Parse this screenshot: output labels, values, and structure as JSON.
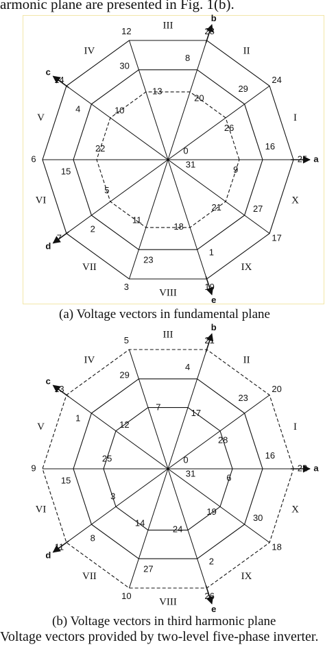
{
  "intro_text": "armonic plane are presented in Fig. 1(b).",
  "caption_a": "(a) Voltage vectors in fundamental plane",
  "caption_b": "(b) Voltage vectors in third harmonic plane",
  "caption_fig": "Voltage vectors provided by two-level five-phase inverter.",
  "diagram_a": {
    "axes": [
      "a",
      "b",
      "c",
      "d",
      "e"
    ],
    "sectors": [
      "I",
      "II",
      "III",
      "IV",
      "V",
      "VI",
      "VII",
      "VIII",
      "IX",
      "X"
    ],
    "outer_labels": [
      "25",
      "24",
      "28",
      "12",
      "14",
      "6",
      "7",
      "3",
      "19",
      "17"
    ],
    "large_labels": [
      "16",
      "29",
      "8",
      "30",
      "4",
      "15",
      "2",
      "23",
      "1",
      "27"
    ],
    "small_labels": [
      "9",
      "26",
      "20",
      "13",
      "10",
      "22",
      "5",
      "11",
      "18",
      "21"
    ],
    "center_top": "0",
    "center_bottom": "31"
  },
  "diagram_b": {
    "axes": [
      "a",
      "b",
      "c",
      "d",
      "e"
    ],
    "sectors": [
      "I",
      "II",
      "III",
      "IV",
      "V",
      "VI",
      "VII",
      "VIII",
      "IX",
      "X"
    ],
    "outer_labels": [
      "22",
      "20",
      "21",
      "5",
      "13",
      "9",
      "11",
      "10",
      "26",
      "18"
    ],
    "large_labels": [
      "16",
      "23",
      "4",
      "29",
      "1",
      "15",
      "8",
      "27",
      "2",
      "30"
    ],
    "small_labels": [
      "6",
      "28",
      "17",
      "7",
      "12",
      "25",
      "3",
      "14",
      "24",
      "19"
    ],
    "center_top": "0",
    "center_bottom": "31"
  }
}
